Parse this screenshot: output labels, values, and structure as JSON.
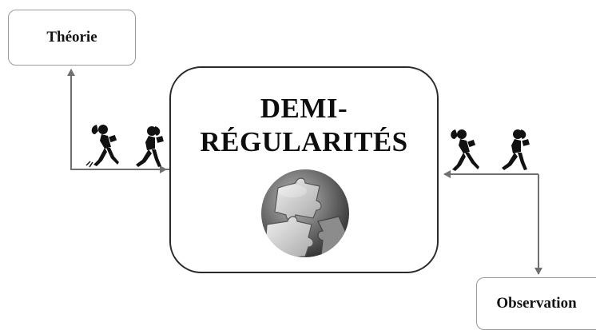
{
  "diagram": {
    "theory_label": "Théorie",
    "observation_label": "Observation",
    "center_title_line1": "DEMI-",
    "center_title_line2": "RÉGULARITÉS"
  },
  "icons": {
    "puzzle": "puzzle-sphere-icon",
    "walker": "walking-person-reading-icon"
  },
  "colors": {
    "line": "#707070",
    "box_border": "#2a2a2a",
    "small_box_border": "#9a9a9a",
    "text": "#111111"
  }
}
